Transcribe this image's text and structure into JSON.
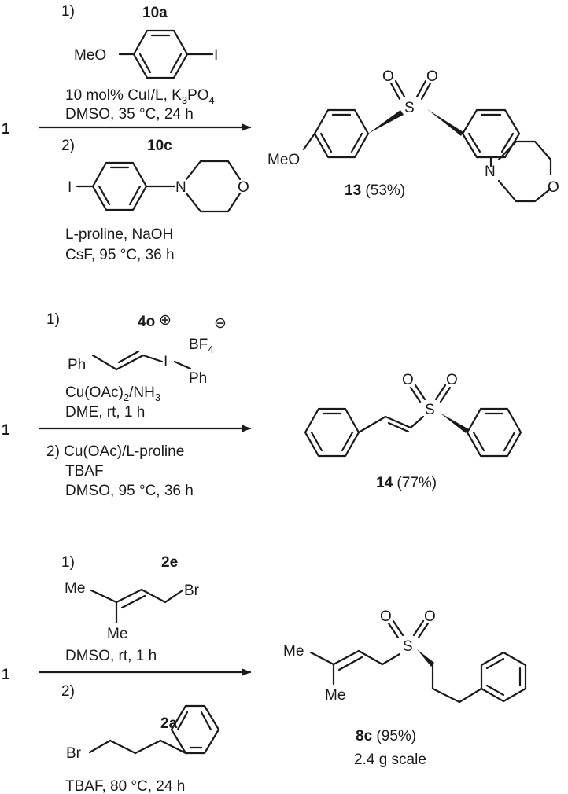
{
  "start_label": "1",
  "reactions": [
    {
      "id": "r1",
      "step1_num": "1)",
      "step1_reagent_id": "10a",
      "step1_substituent": "MeO",
      "step1_halide": "I",
      "step1_line1": "10 mol% CuI/L, K",
      "step1_line1_sub": "3",
      "step1_line1_tail": "PO",
      "step1_line1_sub2": "4",
      "step1_line2": "DMSO, 35 °C, 24 h",
      "step2_num": "2)",
      "step2_reagent_id": "10c",
      "step2_halide": "I",
      "step2_N": "N",
      "step2_O": "O",
      "step2_line1": "L-proline, NaOH",
      "step2_line2": "CsF, 95 °C, 36 h",
      "product_substituent": "MeO",
      "product_S": "S",
      "product_O1": "O",
      "product_O2": "O",
      "product_N": "N",
      "product_ring_O": "O",
      "product_id": "13",
      "product_yield": " (53%)"
    },
    {
      "id": "r2",
      "step1_num": "1)",
      "step1_reagent_id": "4o",
      "step1_I": "I",
      "step1_plus": "⊕",
      "step1_BF": "BF",
      "step1_BF_sub": "4",
      "step1_minus": "⊖",
      "step1_Ph_left": "Ph",
      "step1_Ph_right": "Ph",
      "step1_line1": "Cu(OAc)",
      "step1_line1_sub": "2",
      "step1_line1_tail": "/NH",
      "step1_line1_sub2": "3",
      "step1_line2": "DME, rt, 1 h",
      "step2_line1": "2) Cu(OAc)/L-proline",
      "step2_line2": "TBAF",
      "step2_line3": "DMSO, 95 °C, 36 h",
      "product_S": "S",
      "product_O1": "O",
      "product_O2": "O",
      "product_id": "14",
      "product_yield": " (77%)"
    },
    {
      "id": "r3",
      "step1_num": "1)",
      "step1_reagent_id": "2e",
      "step1_Me_top": "Me",
      "step1_Me_bottom": "Me",
      "step1_Br": "Br",
      "step1_line1": "DMSO, rt, 1 h",
      "step2_num": "2)",
      "step2_reagent_id": "2a",
      "step2_Br": "Br",
      "step2_line1": "TBAF, 80 °C, 24 h",
      "product_Me_top": "Me",
      "product_Me_bottom": "Me",
      "product_S": "S",
      "product_O1": "O",
      "product_O2": "O",
      "product_id": "8c",
      "product_yield": " (95%)",
      "product_note": "2.4 g scale"
    }
  ]
}
